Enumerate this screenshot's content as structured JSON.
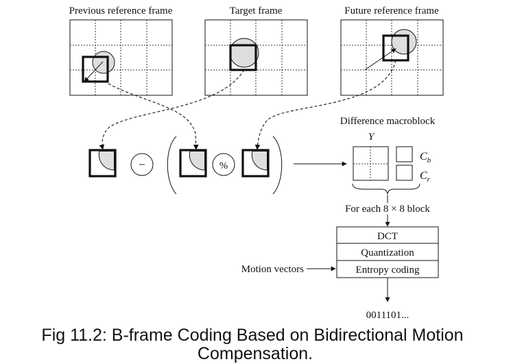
{
  "frames": {
    "previous_label": "Previous reference frame",
    "target_label": "Target frame",
    "future_label": "Future reference frame"
  },
  "operators": {
    "minus": "−",
    "percent": "%"
  },
  "macroblock": {
    "title": "Difference macroblock",
    "y_label": "Y",
    "cb_base": "C",
    "cb_sub": "b",
    "cr_base": "C",
    "cr_sub": "r"
  },
  "pipeline": {
    "for_each_prefix": "For each ",
    "for_each_size": "8 × 8",
    "for_each_suffix": " block",
    "dct": "DCT",
    "quantization": "Quantization",
    "entropy": "Entropy coding",
    "motion_vectors": "Motion vectors",
    "output_bits": "0011101..."
  },
  "caption": {
    "line1": "Fig 11.2: B-frame Coding Based on Bidirectional Motion",
    "line2": "Compensation."
  }
}
